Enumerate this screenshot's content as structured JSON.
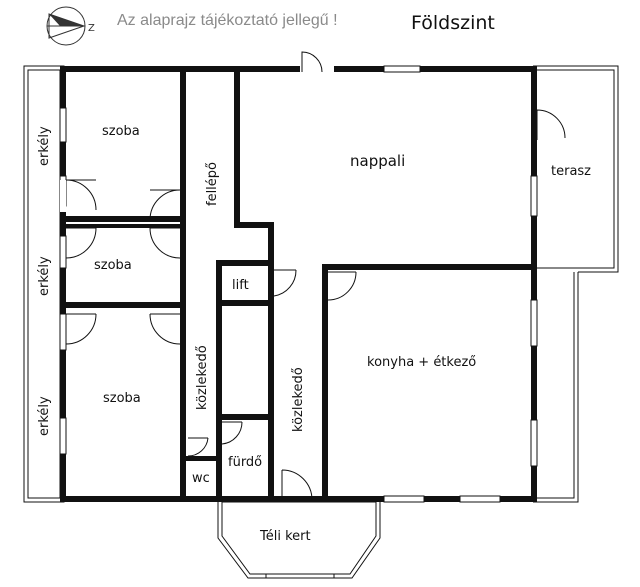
{
  "header": {
    "note": "Az alaprajz tájékoztató jellegű !",
    "level": "Földszint",
    "compass_letter": "Z"
  },
  "rooms": {
    "balcony_1": "erkély",
    "balcony_2": "erkély",
    "balcony_3": "erkély",
    "room_1": "szoba",
    "room_2": "szoba",
    "room_3": "szoba",
    "stair_landing": "fellépő",
    "living_room": "nappali",
    "terrace": "terasz",
    "lift": "lift",
    "corridor_1": "közlekedő",
    "corridor_2": "közlekedő",
    "kitchen_dining": "konyha + étkező",
    "bathroom": "fürdő",
    "wc": "wc",
    "winter_garden": "Téli kert"
  },
  "colors": {
    "wall": "#111111",
    "note_text": "#8a8a8a",
    "background": "#ffffff"
  }
}
